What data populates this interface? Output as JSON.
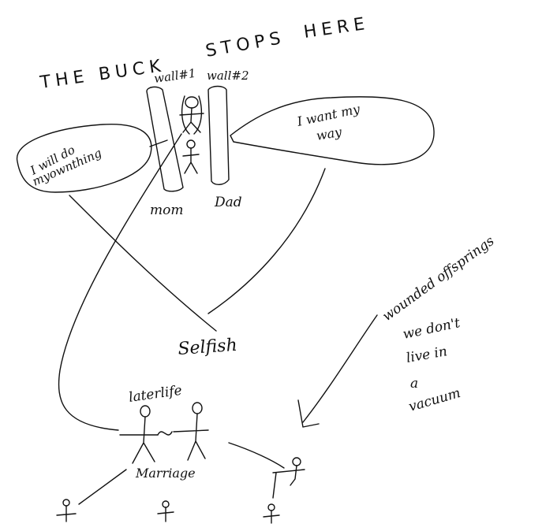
{
  "title": {
    "line1": "THE BUCK",
    "line2": "STOPS",
    "line3": "HERE"
  },
  "walls": {
    "wall1": "wall#1",
    "wall2": "wall#2"
  },
  "parents": {
    "mom": "mom",
    "dad": "Dad"
  },
  "bubbles": {
    "mom_line1": "I will do",
    "mom_line2": "myownthing",
    "dad_line1": "I want my",
    "dad_line2": "way"
  },
  "center_label": "Selfish",
  "later_life": "laterlife",
  "marriage": "Marriage",
  "note": {
    "line1": "wounded offsprings",
    "line2": "we don't",
    "line3": "live in",
    "line4": "a",
    "line5": "vacuum"
  }
}
